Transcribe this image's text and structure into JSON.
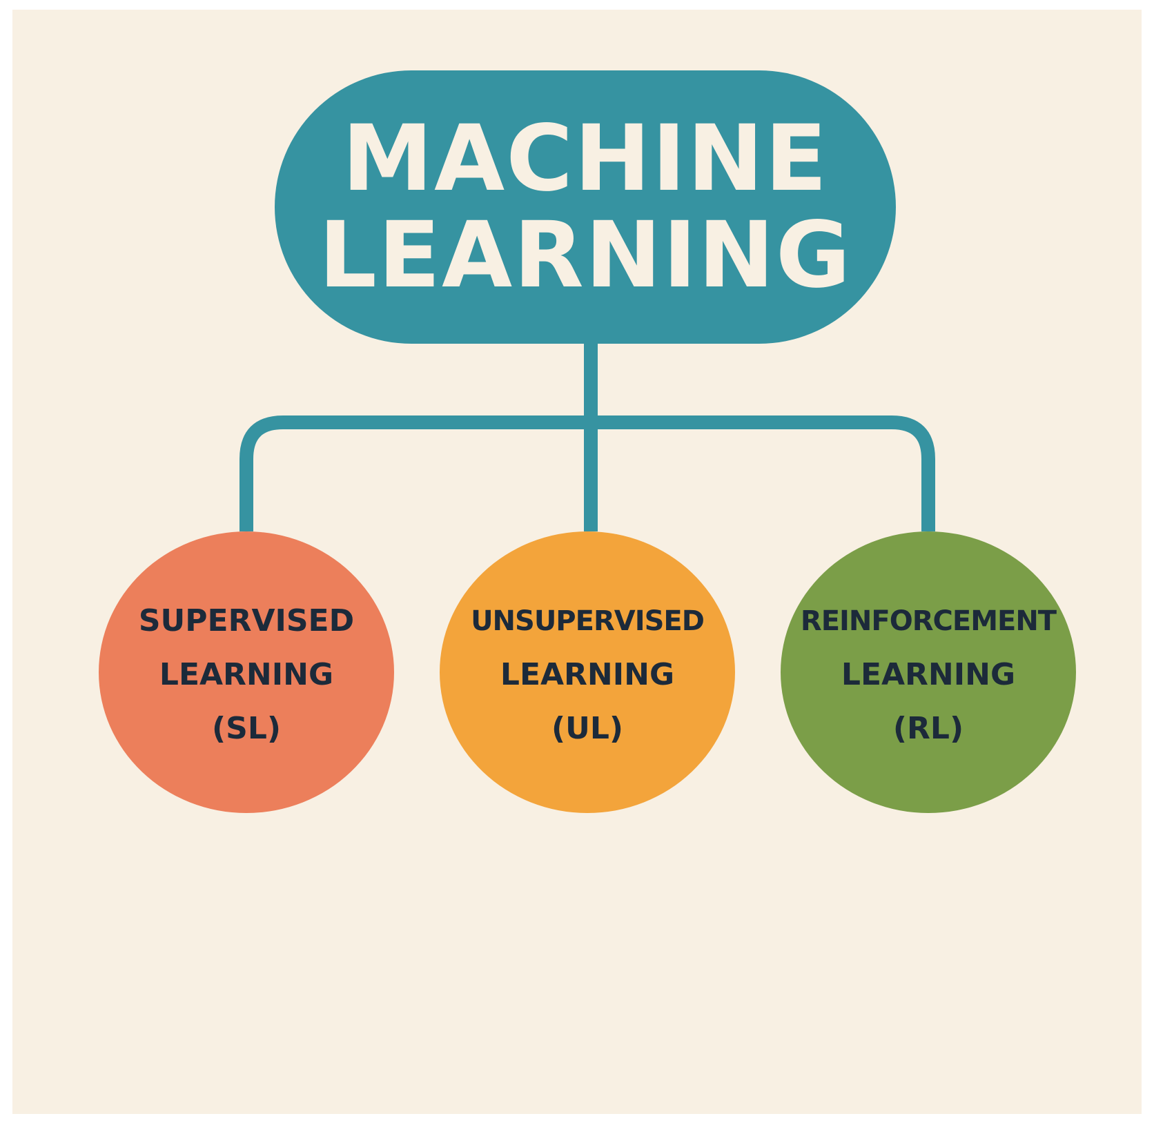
{
  "colors": {
    "page_border": "#ffffff",
    "background": "#f8f0e3",
    "root_fill": "#3693a1",
    "root_text": "#f8f0e3",
    "connector": "#3693a1",
    "child_text": "#1c2a3a"
  },
  "root": {
    "lines": [
      "MACHINE",
      "LEARNING"
    ]
  },
  "children": [
    {
      "key": "sl",
      "color": "#ec7f5b",
      "lines": [
        "SUPERVISED",
        "LEARNING",
        "(SL)"
      ]
    },
    {
      "key": "ul",
      "color": "#f3a43b",
      "lines": [
        "UNSUPERVISED",
        "LEARNING",
        "(UL)"
      ]
    },
    {
      "key": "rl",
      "color": "#7b9e48",
      "lines": [
        "REINFORCEMENT",
        "LEARNING",
        "(RL)"
      ]
    }
  ]
}
